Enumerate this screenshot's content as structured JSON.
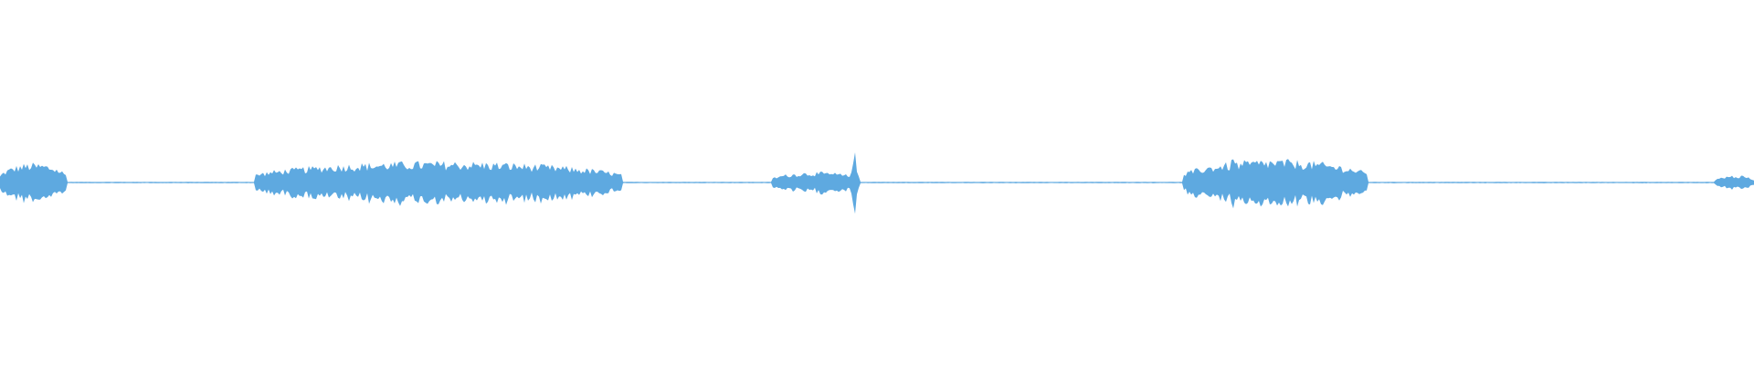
{
  "colors": {
    "background": "#ffffff",
    "waveform": "#5ea9e0"
  },
  "waveform": {
    "segments": [
      {
        "start": 0.0,
        "end": 0.038,
        "level": 0.055
      },
      {
        "start": 0.145,
        "end": 0.355,
        "level": 0.06
      },
      {
        "start": 0.44,
        "end": 0.49,
        "level": 0.03
      },
      {
        "start": 0.675,
        "end": 0.78,
        "level": 0.065
      },
      {
        "start": 0.978,
        "end": 1.0,
        "level": 0.02
      }
    ],
    "peaks": [
      {
        "at": 0.027,
        "level": 0.04
      },
      {
        "at": 0.175,
        "level": 0.045
      },
      {
        "at": 0.2,
        "level": 0.055
      },
      {
        "at": 0.282,
        "level": 0.055
      },
      {
        "at": 0.313,
        "level": 0.05
      },
      {
        "at": 0.47,
        "level": 0.03
      },
      {
        "at": 0.487,
        "level": 0.1
      },
      {
        "at": 0.703,
        "level": 0.09
      }
    ]
  }
}
